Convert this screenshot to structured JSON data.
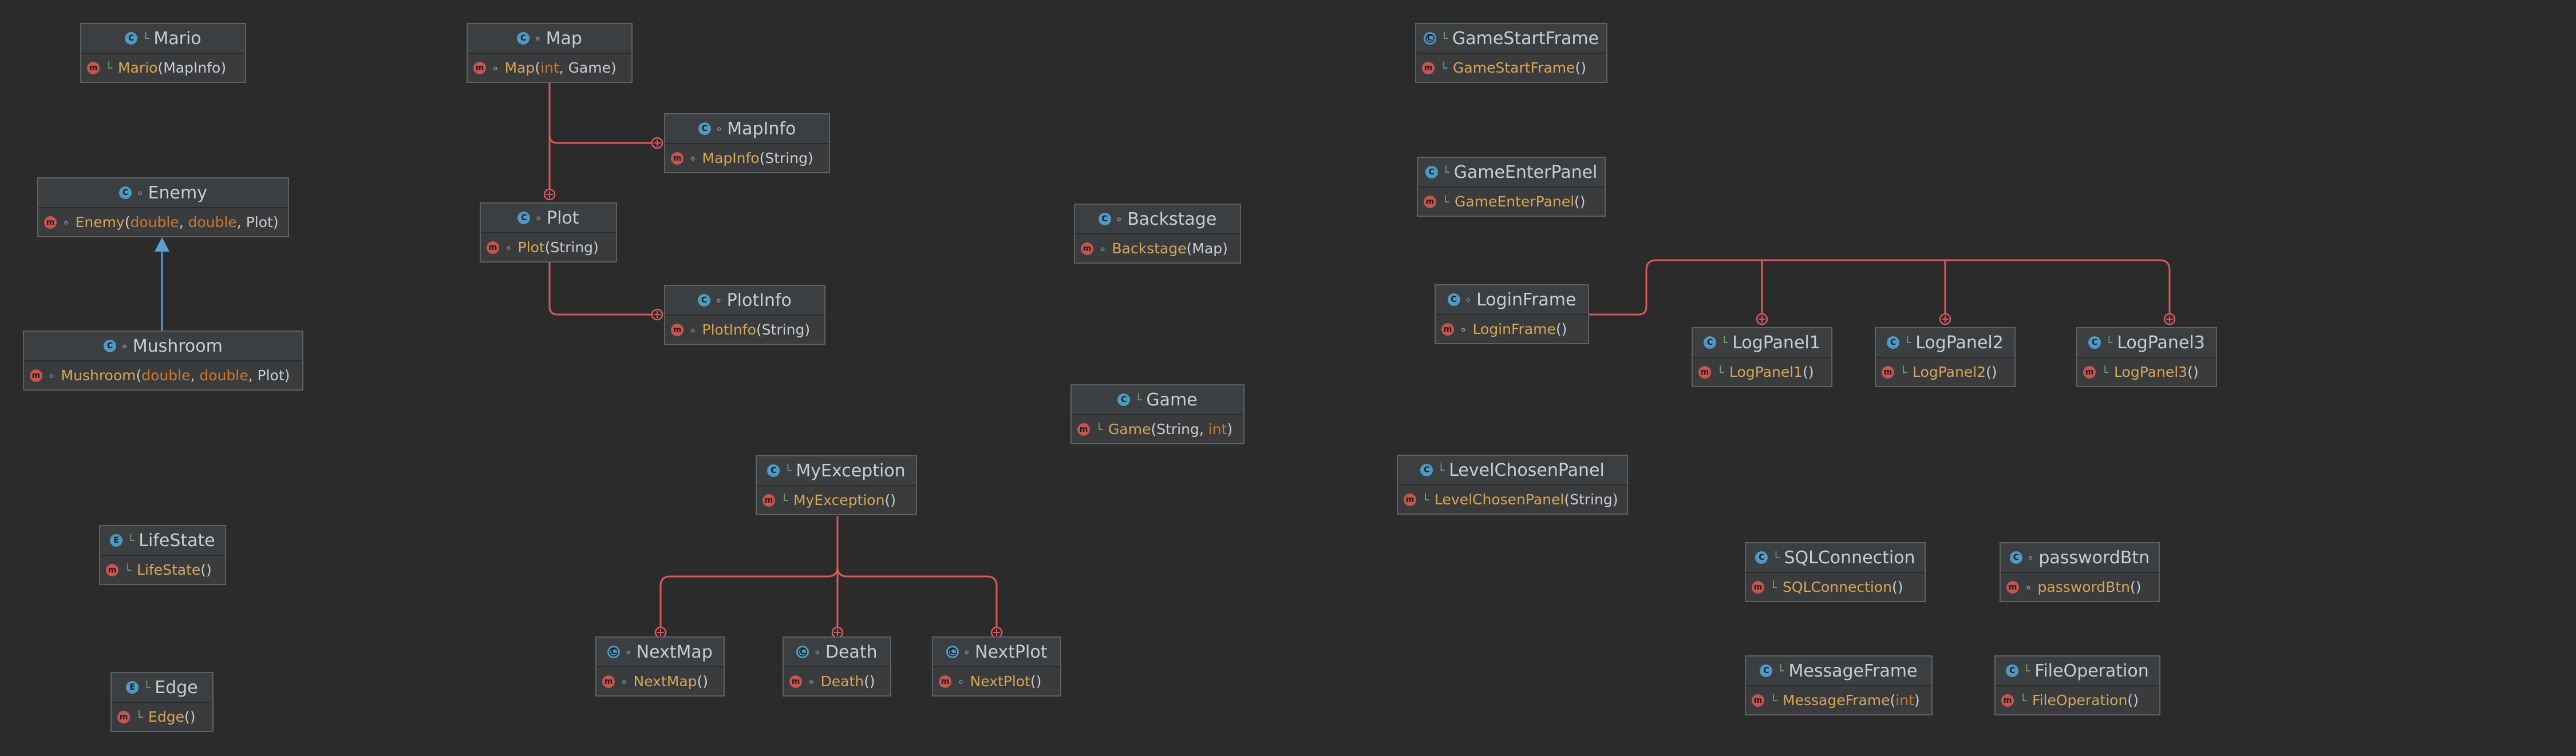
{
  "colors": {
    "background": "#2b2b2b",
    "node": "#3c3f41",
    "edge_inner": "#e0575b",
    "edge_inherit": "#5a9fd6"
  },
  "classes": {
    "mario": {
      "name": "Mario",
      "method": "Mario",
      "args": [
        {
          "t": "MapInfo",
          "kw": false
        }
      ]
    },
    "map": {
      "name": "Map",
      "method": "Map",
      "args": [
        {
          "t": "int",
          "kw": true
        },
        {
          "t": "Game",
          "kw": false
        }
      ]
    },
    "mapinfo": {
      "name": "MapInfo",
      "method": "MapInfo",
      "args": [
        {
          "t": "String",
          "kw": false
        }
      ]
    },
    "enemy": {
      "name": "Enemy",
      "method": "Enemy",
      "args": [
        {
          "t": "double",
          "kw": true
        },
        {
          "t": "double",
          "kw": true
        },
        {
          "t": "Plot",
          "kw": false
        }
      ]
    },
    "plot": {
      "name": "Plot",
      "method": "Plot",
      "args": [
        {
          "t": "String",
          "kw": false
        }
      ]
    },
    "plotinfo": {
      "name": "PlotInfo",
      "method": "PlotInfo",
      "args": [
        {
          "t": "String",
          "kw": false
        }
      ]
    },
    "mushroom": {
      "name": "Mushroom",
      "method": "Mushroom",
      "args": [
        {
          "t": "double",
          "kw": true
        },
        {
          "t": "double",
          "kw": true
        },
        {
          "t": "Plot",
          "kw": false
        }
      ]
    },
    "backstage": {
      "name": "Backstage",
      "method": "Backstage",
      "args": [
        {
          "t": "Map",
          "kw": false
        }
      ]
    },
    "game": {
      "name": "Game",
      "method": "Game",
      "args": [
        {
          "t": "String",
          "kw": false
        },
        {
          "t": "int",
          "kw": true
        }
      ]
    },
    "myexception": {
      "name": "MyException",
      "method": "MyException",
      "args": []
    },
    "lifestate": {
      "name": "LifeState",
      "method": "LifeState",
      "args": []
    },
    "edge": {
      "name": "Edge",
      "method": "Edge",
      "args": []
    },
    "nextmap": {
      "name": "NextMap",
      "method": "NextMap",
      "args": []
    },
    "death": {
      "name": "Death",
      "method": "Death",
      "args": []
    },
    "nextplot": {
      "name": "NextPlot",
      "method": "NextPlot",
      "args": []
    },
    "gamestartframe": {
      "name": "GameStartFrame",
      "method": "GameStartFrame",
      "args": []
    },
    "gameenterpanel": {
      "name": "GameEnterPanel",
      "method": "GameEnterPanel",
      "args": []
    },
    "loginframe": {
      "name": "LoginFrame",
      "method": "LoginFrame",
      "args": []
    },
    "logpanel1": {
      "name": "LogPanel1",
      "method": "LogPanel1",
      "args": []
    },
    "logpanel2": {
      "name": "LogPanel2",
      "method": "LogPanel2",
      "args": []
    },
    "logpanel3": {
      "name": "LogPanel3",
      "method": "LogPanel3",
      "args": []
    },
    "levelchosenpanel": {
      "name": "LevelChosenPanel",
      "method": "LevelChosenPanel",
      "args": [
        {
          "t": "String",
          "kw": false
        }
      ]
    },
    "sqlconnection": {
      "name": "SQLConnection",
      "method": "SQLConnection",
      "args": []
    },
    "passwordbtn": {
      "name": "passwordBtn",
      "method": "passwordBtn",
      "args": []
    },
    "messageframe": {
      "name": "MessageFrame",
      "method": "MessageFrame",
      "args": [
        {
          "t": "int",
          "kw": true
        }
      ]
    },
    "fileoperation": {
      "name": "FileOperation",
      "method": "FileOperation",
      "args": []
    }
  }
}
